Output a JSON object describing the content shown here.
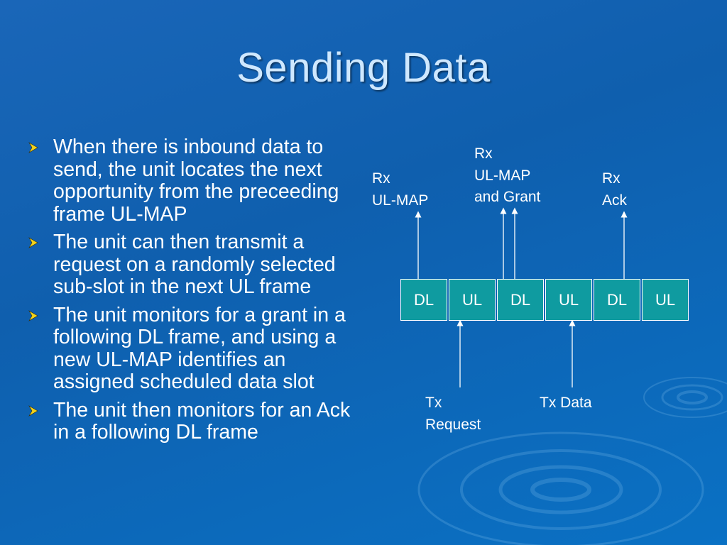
{
  "slide": {
    "title": "Sending Data",
    "bullets": [
      "When there is inbound data to send, the unit locates the next opportunity from the preceeding frame UL-MAP",
      "The unit can then transmit a request on a randomly selected sub-slot in the next UL frame",
      "The unit monitors for a grant in a following DL frame, and using a new UL-MAP identifies an assigned scheduled data slot",
      "The unit then monitors for an Ack in a following DL frame"
    ]
  },
  "diagram": {
    "frames": [
      "DL",
      "UL",
      "DL",
      "UL",
      "DL",
      "UL"
    ],
    "labels": {
      "rx_ulmap": "Rx\nUL-MAP",
      "rx_ulmap_grant": "Rx\nUL-MAP\nand Grant",
      "rx_ack": "Rx\nAck",
      "tx_request": "Tx\nRequest",
      "tx_data": "Tx Data"
    }
  },
  "colors": {
    "background": "#1266b6",
    "title": "#cfe8ff",
    "frame_fill": "#0f9ba0",
    "bullet": "#f2d21b"
  }
}
